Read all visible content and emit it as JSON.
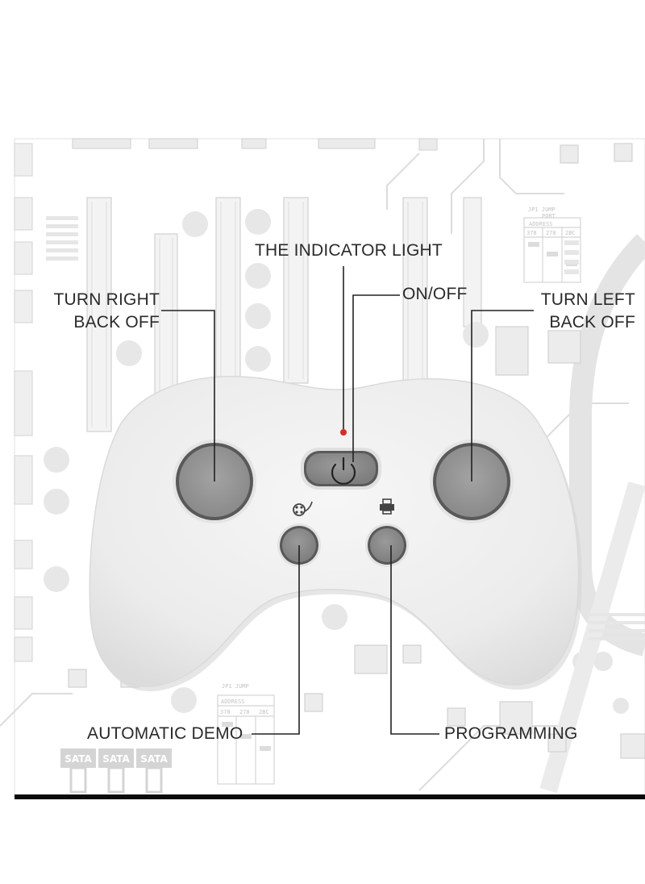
{
  "labels": {
    "indicator_light": "THE INDICATOR LIGHT",
    "on_off": "ON/OFF",
    "turn_right_1": "TURN RIGHT",
    "turn_right_2": "BACK OFF",
    "turn_left_1": "TURN LEFT",
    "turn_left_2": "BACK OFF",
    "automatic_demo": "AUTOMATIC DEMO",
    "programming": "PROGRAMMING"
  },
  "background": {
    "sata_labels": [
      "SATA",
      "SATA",
      "SATA"
    ],
    "jumper_title": "JP1 JUMP",
    "jumper_port": "PORT",
    "jumper_address": "ADDRESS",
    "jumper_values": [
      "378",
      "278",
      "2BC"
    ]
  },
  "colors": {
    "controller_body": "#f1f1f1",
    "button_gray": "#8e8e8e",
    "indicator_red": "#d92a2a",
    "callout_line": "#222222",
    "bottom_bar": "#0a0a0a"
  }
}
